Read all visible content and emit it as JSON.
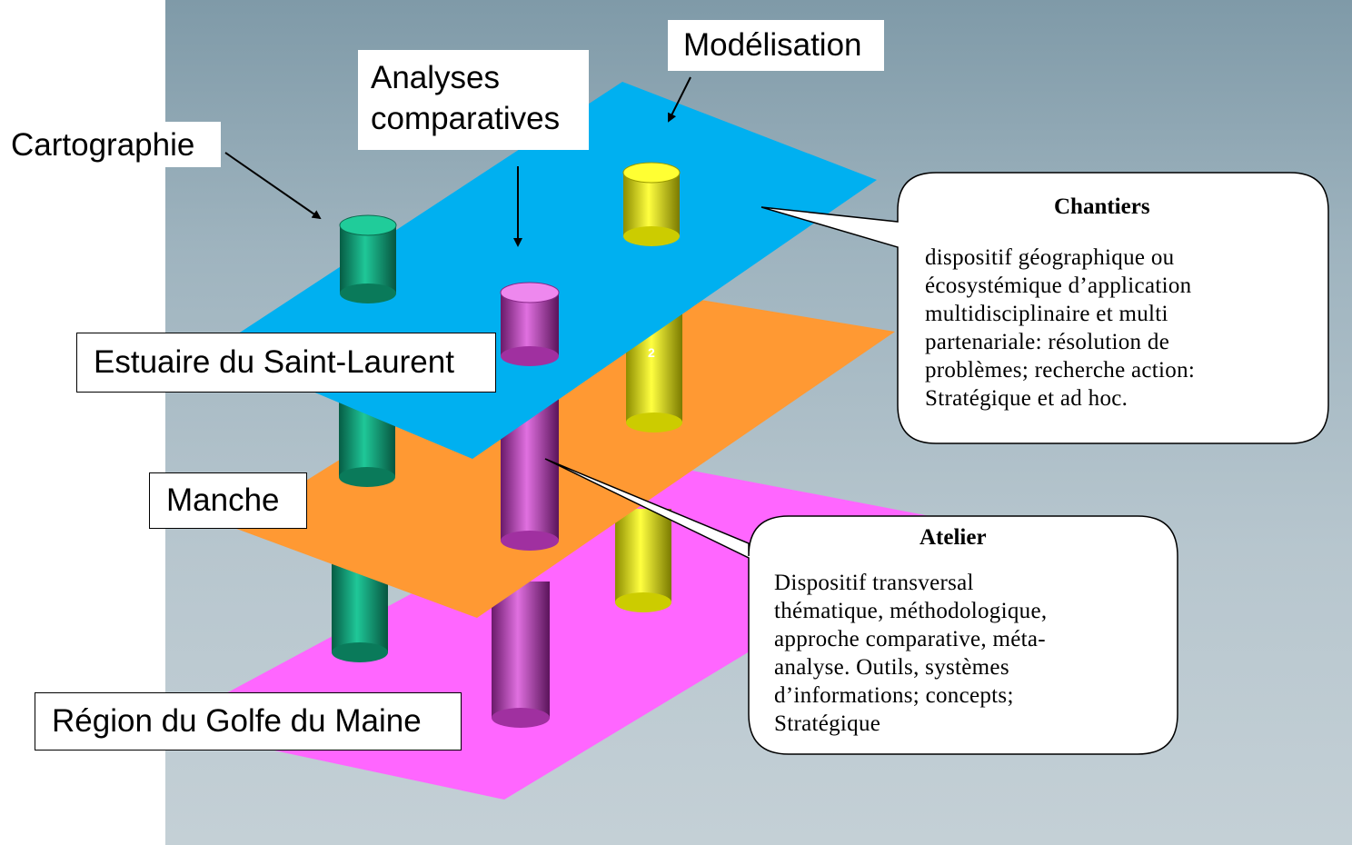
{
  "planes": {
    "top": "Estuaire du Saint-Laurent",
    "middle": "Manche",
    "bottom": "Région du Golfe du Maine"
  },
  "labels": {
    "cartographie": "Cartographie",
    "analyses": "Analyses\ncomparatives",
    "modelisation": "Modélisation"
  },
  "callouts": {
    "chantiers": {
      "title": "Chantiers",
      "body": "dispositif  géographique ou\nécosystémique d’application\nmultidisciplinaire et multi\npartenariale: résolution de\nproblèmes; recherche action:\nStratégique et ad hoc."
    },
    "atelier": {
      "title": "Atelier",
      "body": "Dispositif transversal\nthématique, méthodologique,\napproche comparative, méta-\nanalyse. Outils, systèmes\nd’informations; concepts;\nStratégique"
    }
  },
  "marker": "2",
  "colors": {
    "plane_top": "#00b0f0",
    "plane_middle": "#ff9933",
    "plane_bottom": "#ff66ff",
    "pillar_green": "#12a37a",
    "pillar_magenta": "#cc44cc",
    "pillar_yellow": "#f2f200"
  }
}
